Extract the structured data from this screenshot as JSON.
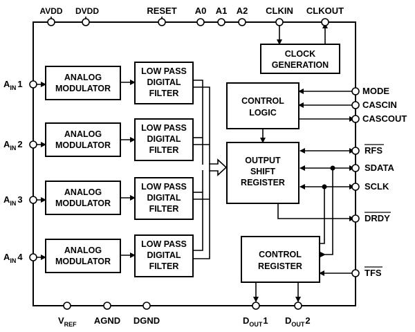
{
  "top_pins": {
    "avdd": "AVDD",
    "dvdd": "DVDD",
    "reset": "RESET",
    "a0": "A0",
    "a1": "A1",
    "a2": "A2",
    "clkin": "CLKIN",
    "clkout": "CLKOUT"
  },
  "left_pins": [
    {
      "main": "A",
      "sub": "IN",
      "num": "1"
    },
    {
      "main": "A",
      "sub": "IN",
      "num": "2"
    },
    {
      "main": "A",
      "sub": "IN",
      "num": "3"
    },
    {
      "main": "A",
      "sub": "IN",
      "num": "4"
    }
  ],
  "right_pins": {
    "mode": "MODE",
    "cascin": "CASCIN",
    "cascout": "CASCOUT",
    "rfs": "RFS",
    "sdata": "SDATA",
    "sclk": "SCLK",
    "drdy": "DRDY",
    "tfs": "TFS"
  },
  "bottom_pins": {
    "vref_main": "V",
    "vref_sub": "REF",
    "agnd": "AGND",
    "dgnd": "DGND",
    "dout1_main": "D",
    "dout1_sub": "OUT",
    "dout1_num": "1",
    "dout2_main": "D",
    "dout2_sub": "OUT",
    "dout2_num": "2"
  },
  "blocks": {
    "modulator": [
      "ANALOG",
      "MODULATOR"
    ],
    "filter": [
      "LOW PASS",
      "DIGITAL",
      "FILTER"
    ],
    "clock": [
      "CLOCK",
      "GENERATION"
    ],
    "control_logic": [
      "CONTROL",
      "LOGIC"
    ],
    "output_shift": [
      "OUTPUT",
      "SHIFT",
      "REGISTER"
    ],
    "control_register": [
      "CONTROL",
      "REGISTER"
    ]
  }
}
